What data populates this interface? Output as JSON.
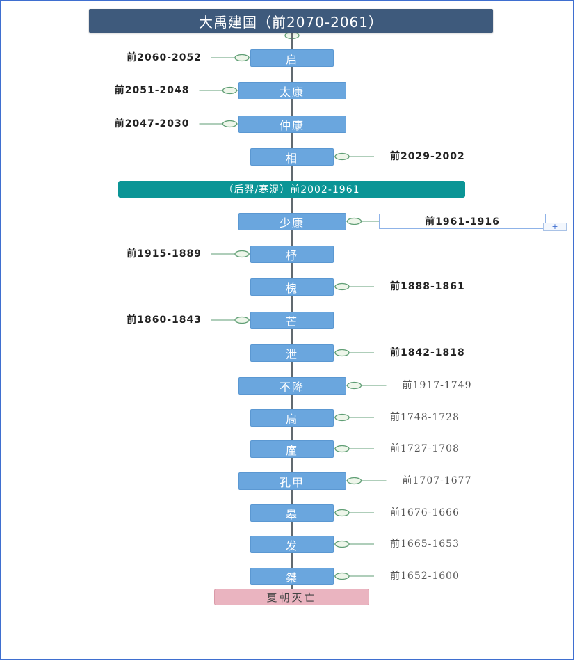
{
  "diagram": {
    "root": "大禹建国（前2070-2061）",
    "interlude": "（后羿/寒浞）前2002-1961",
    "end": "夏朝灭亡",
    "reigns": [
      {
        "name": "启",
        "dates": "前2060-2052",
        "side": "left"
      },
      {
        "name": "太康",
        "dates": "前2051-2048",
        "side": "left"
      },
      {
        "name": "仲康",
        "dates": "前2047-2030",
        "side": "left"
      },
      {
        "name": "相",
        "dates": "前2029-2002",
        "side": "right"
      },
      {
        "name": "少康",
        "dates": "前1961-1916",
        "side": "right",
        "selected": true
      },
      {
        "name": "杼",
        "dates": "前1915-1889",
        "side": "left"
      },
      {
        "name": "槐",
        "dates": "前1888-1861",
        "side": "right"
      },
      {
        "name": "芒",
        "dates": "前1860-1843",
        "side": "left"
      },
      {
        "name": "泄",
        "dates": "前1842-1818",
        "side": "right"
      },
      {
        "name": "不降",
        "dates": "前1917-1749",
        "side": "right"
      },
      {
        "name": "扃",
        "dates": "前1748-1728",
        "side": "right"
      },
      {
        "name": "廑",
        "dates": "前1727-1708",
        "side": "right"
      },
      {
        "name": "孔甲",
        "dates": "前1707-1677",
        "side": "right"
      },
      {
        "name": "皋",
        "dates": "前1676-1666",
        "side": "right"
      },
      {
        "name": "发",
        "dates": "前1665-1653",
        "side": "right"
      },
      {
        "name": "桀",
        "dates": "前1652-1600",
        "side": "right"
      }
    ]
  },
  "colors": {
    "root": "#3e5a7c",
    "reign": "#6aa6de",
    "interlude": "#0b9596",
    "end": "#eab4c0",
    "connector": "#5f9e74",
    "spine": "#616a70"
  },
  "icons": {
    "expand": "plus-icon",
    "collapse": "collapse-dot-icon"
  }
}
